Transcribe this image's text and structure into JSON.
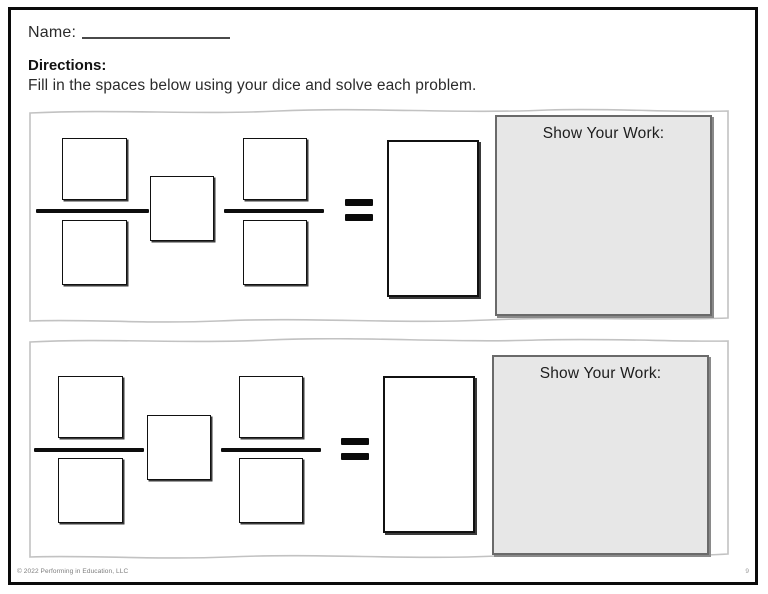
{
  "worksheet": {
    "name_label": "Name:",
    "directions_title": "Directions:",
    "directions_text": "Fill in the spaces below using your dice and solve each problem.",
    "problems": [
      {
        "id": "problem-1",
        "left_fraction": {
          "numerator": "",
          "denominator": ""
        },
        "operator": "",
        "right_fraction": {
          "numerator": "",
          "denominator": ""
        },
        "equals_symbol": "=",
        "answer": "",
        "work_label": "Show Your Work:"
      },
      {
        "id": "problem-2",
        "left_fraction": {
          "numerator": "",
          "denominator": ""
        },
        "operator": "",
        "right_fraction": {
          "numerator": "",
          "denominator": ""
        },
        "equals_symbol": "=",
        "answer": "",
        "work_label": "Show Your Work:"
      }
    ]
  },
  "footer": {
    "copyright": "© 2022 Performing in Education, LLC",
    "page_number": "9"
  },
  "colors": {
    "page_border": "#0a0a0a",
    "panel_border": "#c2c2c2",
    "box_border": "#111111",
    "work_fill": "#e7e7e7",
    "work_border": "#6a6a6a",
    "text": "#2b2b2b"
  }
}
